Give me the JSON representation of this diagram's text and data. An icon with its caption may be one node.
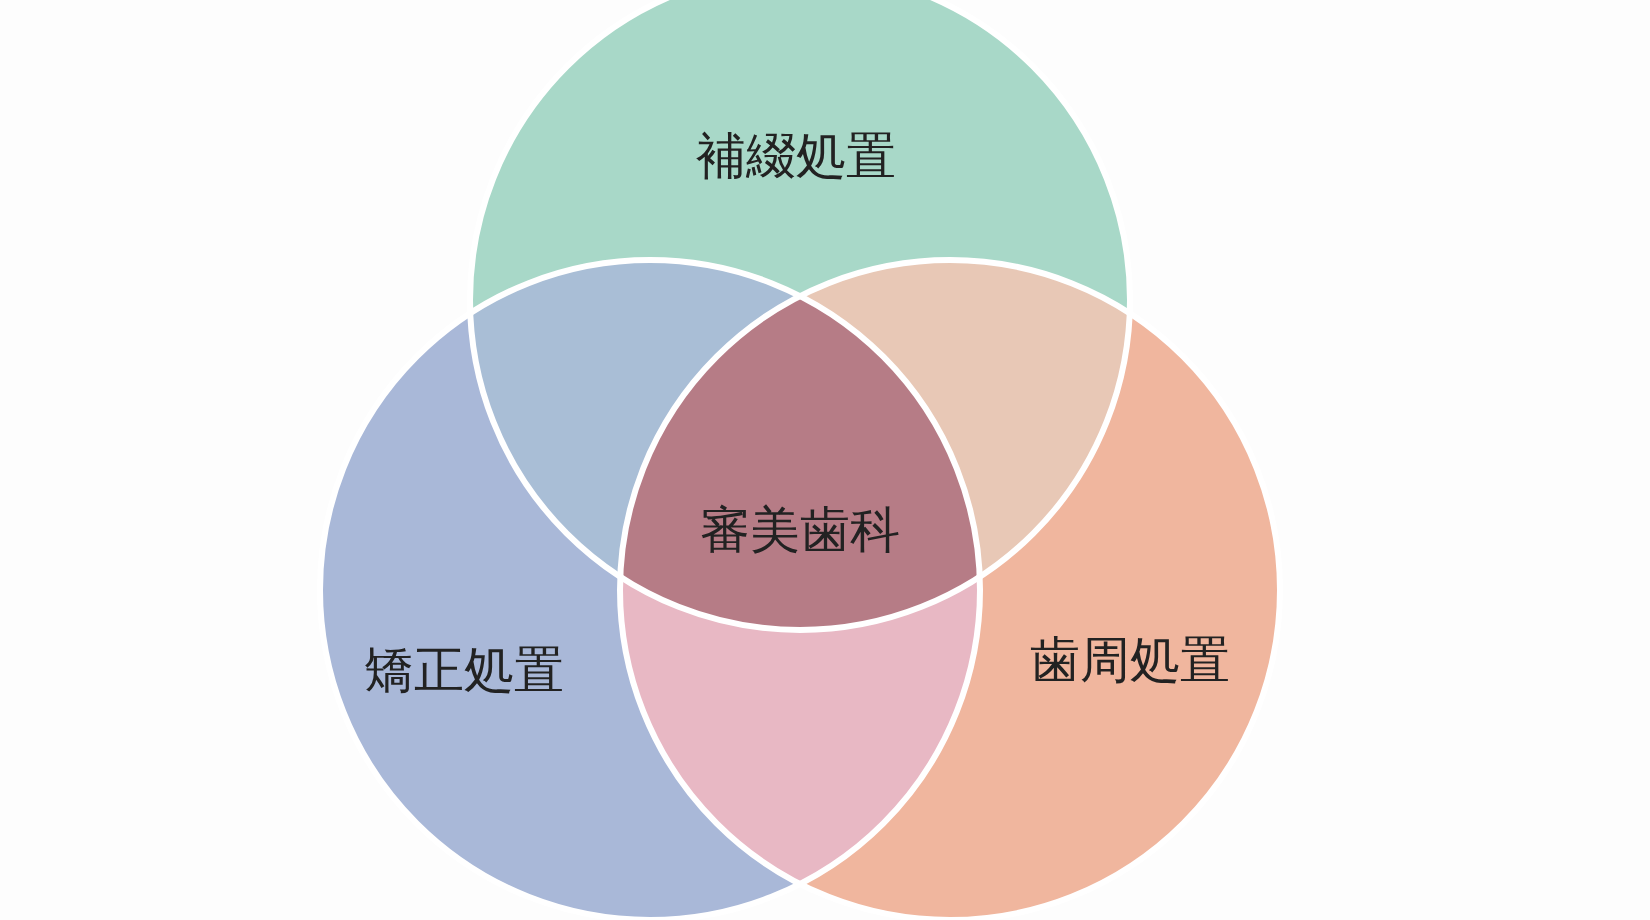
{
  "diagram": {
    "nodes": [
      {
        "text": [
          "補綴処置"
        ]
      },
      {
        "text": [
          "矯正処置"
        ]
      },
      {
        "text": [
          "歯周処置"
        ]
      },
      {
        "text": [
          "審美歯科"
        ]
      }
    ]
  }
}
